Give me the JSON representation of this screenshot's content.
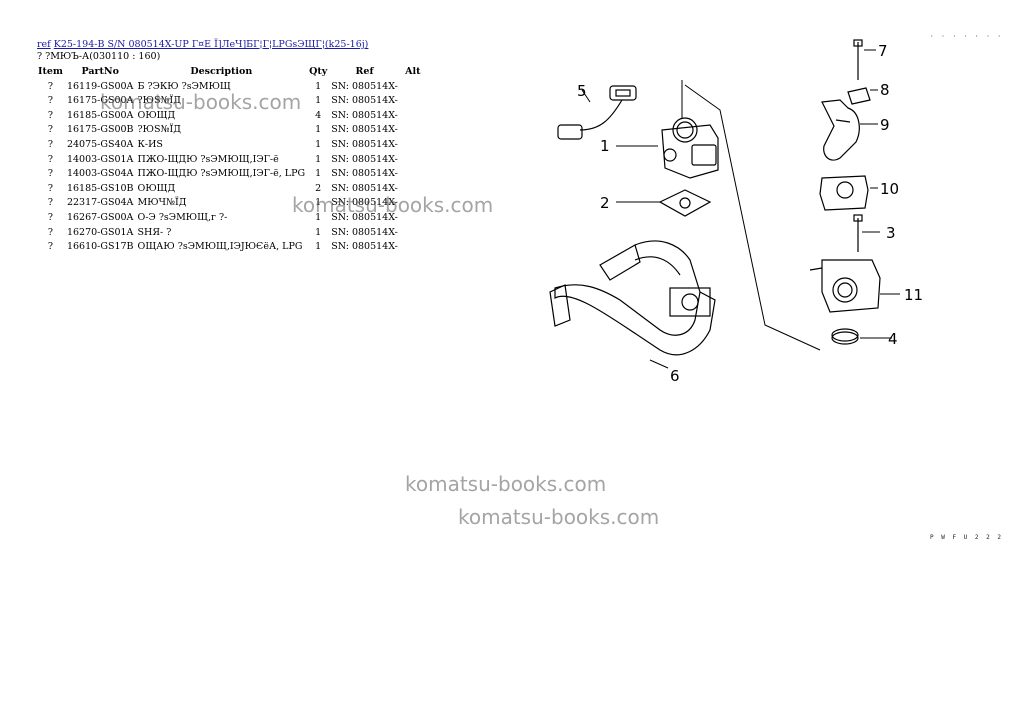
{
  "header": {
    "ref_link": "ref",
    "title_link": "K25-194-B S/N 080514X-UP Г¤Е Ї]ЛеЧ]БГ¦Г¦LPGsЭЩГ¦(k25-16j)",
    "subtitle": "? ?МЮЪ-А(030110 : 160)"
  },
  "table": {
    "headers": [
      "Item",
      "PartNo",
      "Description",
      "Qty",
      "Ref",
      "Alt"
    ],
    "rows": [
      {
        "item": "?",
        "part": "16119-GS00A",
        "desc": "Б ?ЭКЮ ?sЭМЮЩ",
        "qty": "1",
        "ref": "SN: 080514X-",
        "alt": ""
      },
      {
        "item": "?",
        "part": "16175-GS00A",
        "desc": "?ЮS№ЇД",
        "qty": "1",
        "ref": "SN: 080514X-",
        "alt": ""
      },
      {
        "item": "?",
        "part": "16185-GS00A",
        "desc": "ОЮЩД",
        "qty": "4",
        "ref": "SN: 080514X-",
        "alt": ""
      },
      {
        "item": "?",
        "part": "16175-GS00B",
        "desc": "?ЮS№ЇД",
        "qty": "1",
        "ref": "SN: 080514X-",
        "alt": ""
      },
      {
        "item": "?",
        "part": "24075-GS40A",
        "desc": "К-ИS",
        "qty": "1",
        "ref": "SN: 080514X-",
        "alt": ""
      },
      {
        "item": "?",
        "part": "14003-GS01A",
        "desc": "ПЖО-ЩДЮ ?sЭМЮЩ,ІЭГ-ё",
        "qty": "1",
        "ref": "SN: 080514X-",
        "alt": ""
      },
      {
        "item": "?",
        "part": "14003-GS04A",
        "desc": "ПЖО-ЩДЮ ?sЭМЮЩ,ІЭГ-ё, LPG",
        "qty": "1",
        "ref": "SN: 080514X-",
        "alt": ""
      },
      {
        "item": "?",
        "part": "16185-GS10B",
        "desc": "ОЮЩД",
        "qty": "2",
        "ref": "SN: 080514X-",
        "alt": ""
      },
      {
        "item": "?",
        "part": "22317-GS04A",
        "desc": "МЮЧ№ЇД",
        "qty": "1",
        "ref": "SN: 080514X-",
        "alt": ""
      },
      {
        "item": "?",
        "part": "16267-GS00A",
        "desc": "О-Э ?sЭМЮЩ,г ?-",
        "qty": "1",
        "ref": "SN: 080514X-",
        "alt": ""
      },
      {
        "item": "?",
        "part": "16270-GS01A",
        "desc": "SНЯ- ?",
        "qty": "1",
        "ref": "SN: 080514X-",
        "alt": ""
      },
      {
        "item": "?",
        "part": "16610-GS17B",
        "desc": "ОЩАЮ ?sЭМЮЩ,ІЭЈЮЄёА, LPG",
        "qty": "1",
        "ref": "SN: 080514X-",
        "alt": ""
      }
    ]
  },
  "watermarks": [
    "komatsu-books.com",
    "komatsu-books.com",
    "komatsu-books.com",
    "komatsu-books.com"
  ],
  "diagram": {
    "callouts": [
      "1",
      "2",
      "3",
      "4",
      "5",
      "6",
      "7",
      "8",
      "9",
      "10",
      "11"
    ],
    "top_code": "· · · · · · ·",
    "bottom_code": "P W F U 2 2 2"
  }
}
